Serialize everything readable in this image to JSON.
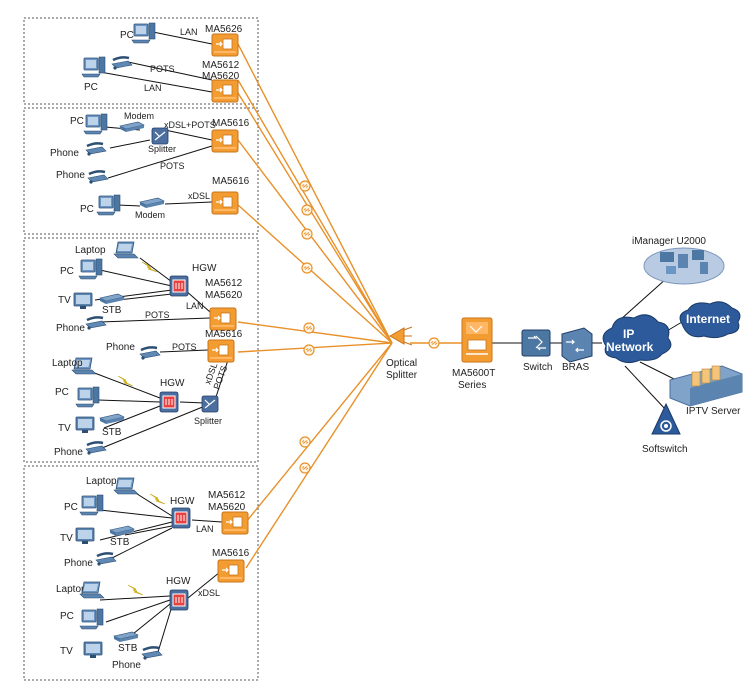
{
  "center": {
    "splitter": "Optical\nSplitter",
    "olt": "MA5600T\nSeries",
    "switch": "Switch",
    "bras": "BRAS",
    "ip_network": "IP\nNetwork",
    "imanager": "iManager U2000",
    "internet": "Internet",
    "iptv": "IPTV Server",
    "softswitch": "Softswitch"
  },
  "group1": {
    "pc1": "PC",
    "lan1": "LAN",
    "onu1": "MA5626",
    "pc2": "PC",
    "pots": "POTS",
    "onu2a": "MA5612",
    "onu2b": "MA5620",
    "lan2": "LAN"
  },
  "group2": {
    "pc1": "PC",
    "modem1": "Modem",
    "xdsl_pots": "xDSL+POTS",
    "onu1": "MA5616",
    "phone1": "Phone",
    "splitter": "Splitter",
    "phone2": "Phone",
    "pots": "POTS",
    "onu2": "MA5616",
    "xdsl": "xDSL",
    "pc2": "PC",
    "modem2": "Modem"
  },
  "group3": {
    "laptop1": "Laptop",
    "hgw1": "HGW",
    "pc1": "PC",
    "tv1": "TV",
    "stb1": "STB",
    "onu1a": "MA5612",
    "onu1b": "MA5620",
    "lan": "LAN",
    "phone1": "Phone",
    "pots1": "POTS",
    "phone2": "Phone",
    "pots2": "POTS",
    "onu2": "MA5616",
    "laptop2": "Laptop",
    "hgw2": "HGW",
    "xdsl": "xDSL",
    "pots3": "POTS",
    "pc2": "PC",
    "tv2": "TV",
    "stb2": "STB",
    "splitter": "Splitter",
    "phone3": "Phone"
  },
  "group4": {
    "laptop1": "Laptop",
    "hgw1": "HGW",
    "onu1a": "MA5612",
    "onu1b": "MA5620",
    "pc1": "PC",
    "lan": "LAN",
    "tv1": "TV",
    "stb1": "STB",
    "phone1": "Phone",
    "onu2": "MA5616",
    "laptop2": "Laptop",
    "hgw2": "HGW",
    "xdsl": "xDSL",
    "pc2": "PC",
    "tv2": "TV",
    "stb2": "STB",
    "phone2": "Phone"
  },
  "colors": {
    "fiber": "#e8912a",
    "onu": "#f39c32",
    "device": "#3f6f9e",
    "copper": "#111111",
    "box": "#555555"
  }
}
